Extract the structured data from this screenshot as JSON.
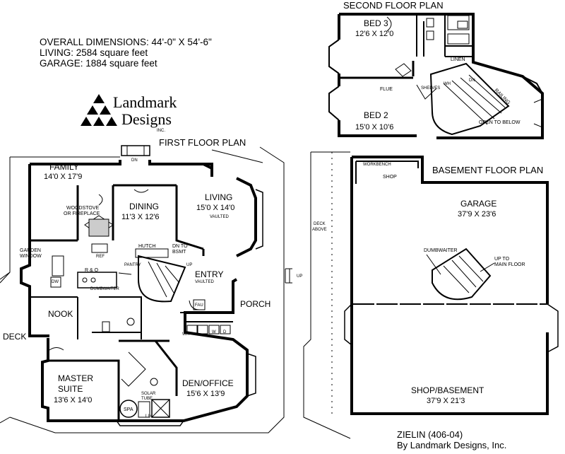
{
  "summary": {
    "overall": "OVERALL DIMENSIONS: 44'-0\" X 54'-6\"",
    "living": "LIVING: 2584 square feet",
    "garage": "GARAGE: 1884 square feet"
  },
  "logo": {
    "line1": "Landmark",
    "line2": "Designs",
    "inc": "INC."
  },
  "headings": {
    "second": "SECOND FLOOR PLAN",
    "first": "FIRST FLOOR PLAN",
    "basement": "BASEMENT FLOOR PLAN"
  },
  "second_floor": {
    "bed3": {
      "name": "BED 3",
      "size": "12'6 X 12'0"
    },
    "bed2": {
      "name": "BED 2",
      "size": "15'0 X 10'6"
    },
    "labels": {
      "linen": "LINEN",
      "flue": "FLUE",
      "shelves": "SHELVES",
      "wh": "WH",
      "dn": "DN",
      "railing": "RAILING",
      "open": "OPEN TO BELOW"
    }
  },
  "first_floor": {
    "family": {
      "name": "FAMILY",
      "size": "14'0 X 17'9"
    },
    "dining": {
      "name": "DINING",
      "size": "11'3 X 12'6"
    },
    "living": {
      "name": "LIVING",
      "size": "15'0 X 14'0",
      "note": "VAULTED"
    },
    "entry": {
      "name": "ENTRY",
      "note": "VAULTED"
    },
    "nook": "NOOK",
    "porch": "PORCH",
    "deck": "DECK",
    "master": {
      "name1": "MASTER",
      "name2": "SUITE",
      "size": "13'6 X 14'0"
    },
    "den": {
      "name": "DEN/OFFICE",
      "size": "15'6 X 13'9"
    },
    "labels": {
      "dn": "DN",
      "woodstove1": "WOODSTOVE",
      "woodstove2": "OR FIREPLACE",
      "garden1": "GARDEN",
      "garden2": "WINDOW",
      "dw": "DW",
      "ref": "REF",
      "hutch": "HUTCH",
      "dnbsmt1": "DN TO",
      "dnbsmt2": "BSMT",
      "pantry": "PANTRY",
      "up": "UP",
      "ro": "R & O",
      "dumbwaiter": "DUMBWAITER",
      "fau": "FAU",
      "wh": "WH",
      "w": "W",
      "d": "D",
      "solar1": "SOLAR",
      "solar2": "TUBE",
      "spa": "SPA",
      "lin": "LIN",
      "up2": "UP"
    }
  },
  "basement": {
    "workbench": "WORKBENCH",
    "shop": "SHOP",
    "deck1": "DECK",
    "deck2": "ABOVE",
    "garage": {
      "name": "GARAGE",
      "size": "37'9 X 23'6"
    },
    "dumbwaiter": "DUMBWAITER",
    "up1": "UP TO",
    "up2": "MAIN FLOOR",
    "shopbsmt": {
      "name": "SHOP/BASEMENT",
      "size": "37'9 X 21'3"
    }
  },
  "credit": {
    "line1": "ZIELIN (406-04)",
    "line2": "By Landmark Designs, Inc."
  }
}
